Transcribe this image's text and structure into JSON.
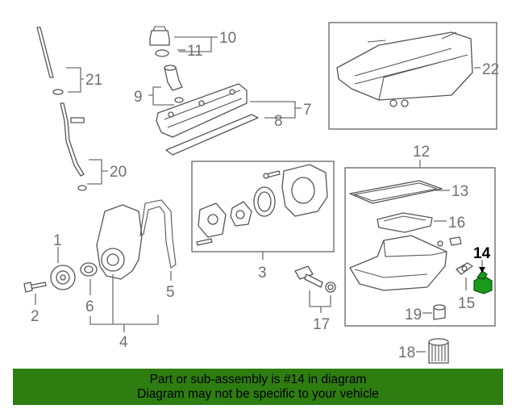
{
  "diagram": {
    "callouts": {
      "c1": "1",
      "c2": "2",
      "c3": "3",
      "c4": "4",
      "c5": "5",
      "c6": "6",
      "c7": "7",
      "c8": "8",
      "c9": "9",
      "c10": "10",
      "c11": "11",
      "c12": "12",
      "c13": "13",
      "c14": "14",
      "c15": "15",
      "c16": "16",
      "c17": "17",
      "c18": "18",
      "c19": "19",
      "c20": "20",
      "c21": "21",
      "c22": "22"
    },
    "highlight_part": "14",
    "colors": {
      "line": "#555555",
      "label": "#6f6f6f",
      "highlight": "#1a9a1a",
      "banner": "#2e7d10"
    }
  },
  "banner": {
    "line1": "Part or sub-assembly is #14 in diagram",
    "line2": "Diagram may not be specific to your vehicle"
  }
}
